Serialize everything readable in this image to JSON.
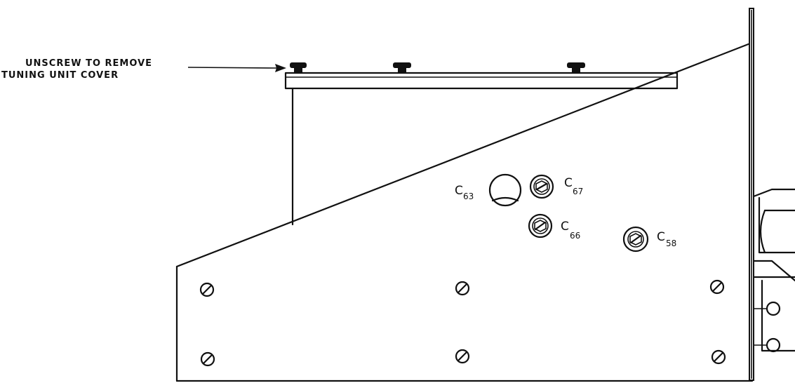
{
  "callout": {
    "line1": "UNSCREW  TO  REMOVE",
    "line2": "TUNING  UNIT  COVER"
  },
  "labels": {
    "c63": {
      "main": "C",
      "sub": "63"
    },
    "c67": {
      "main": "C",
      "sub": "67"
    },
    "c66": {
      "main": "C",
      "sub": "66"
    },
    "c58": {
      "main": "C",
      "sub": "58"
    }
  },
  "colors": {
    "ink": "#111111",
    "paper": "#ffffff"
  }
}
